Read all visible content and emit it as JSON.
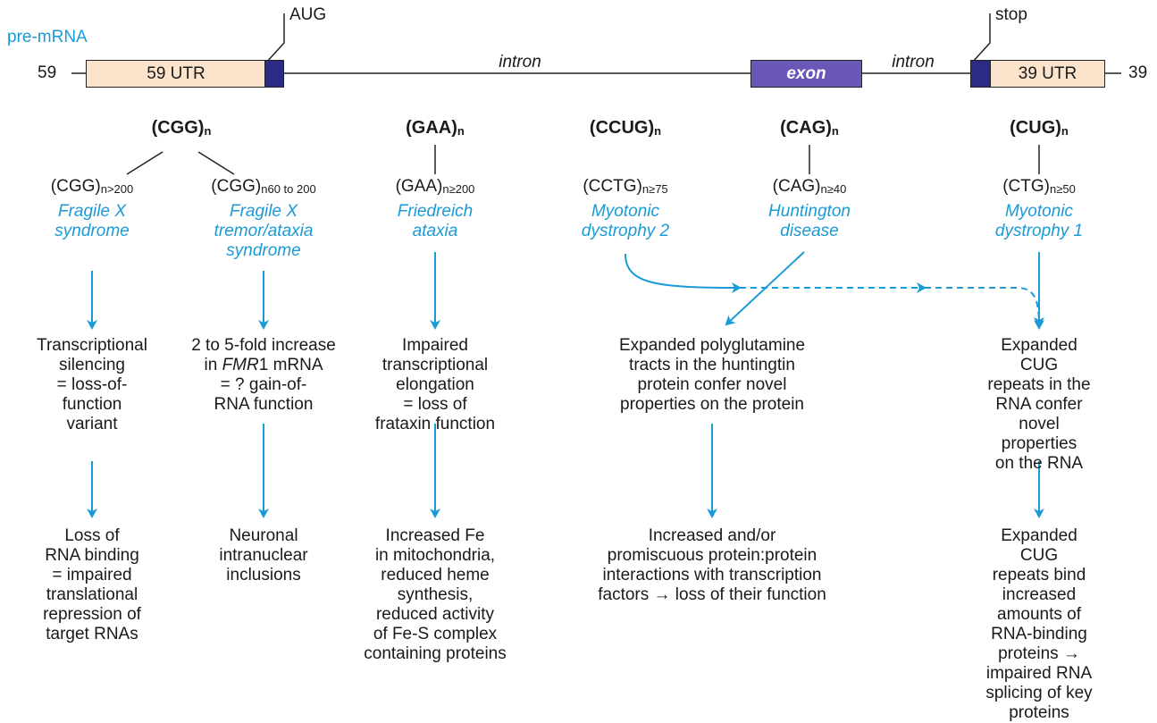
{
  "gene": {
    "premrna_label": "pre-mRNA",
    "five_prime": "59",
    "three_prime": "39",
    "utr5_label": "59 UTR",
    "utr3_label": "39 UTR",
    "exon_label": "exon",
    "intron1_label": "intron",
    "intron2_label": "intron",
    "aug_label": "AUG",
    "stop_label": "stop"
  },
  "columns": [
    {
      "motif": "(CGG)",
      "motif_sub": "n",
      "rep": "(CGG)",
      "rep_sub": "n>200",
      "disease": [
        "Fragile X",
        "syndrome"
      ],
      "effect": [
        "Transcriptional",
        "silencing",
        "= loss-of-",
        "function",
        "variant"
      ],
      "outcome": [
        "Loss of",
        "RNA binding",
        "= impaired",
        "translational",
        "repression of",
        "target RNAs"
      ]
    },
    {
      "rep": "(CGG)",
      "rep_sub": "n60 to 200",
      "disease": [
        "Fragile X",
        "tremor/ataxia",
        "syndrome"
      ],
      "effect_pre": "2 to 5-fold increase",
      "effect_fmr_italic": "FMR",
      "effect_fmr_rest": "1 mRNA",
      "effect_in": "in",
      "effect_rest": [
        "= ? gain-of-",
        "RNA function"
      ],
      "outcome": [
        "Neuronal",
        "intranuclear",
        "inclusions"
      ]
    },
    {
      "motif": "(GAA)",
      "motif_sub": "n",
      "rep": "(GAA)",
      "rep_sub": "n≥200",
      "disease": [
        "Friedreich",
        "ataxia"
      ],
      "effect": [
        "Impaired",
        "transcriptional",
        "elongation",
        "= loss of",
        "frataxin function"
      ],
      "outcome": [
        "Increased Fe",
        "in mitochondria,",
        "reduced heme",
        "synthesis,",
        "reduced activity",
        "of Fe-S complex",
        "containing proteins"
      ]
    },
    {
      "motif": "(CCUG)",
      "motif_sub": "n",
      "rep": "(CCTG)",
      "rep_sub": "n≥75",
      "disease": [
        "Myotonic",
        "dystrophy 2"
      ]
    },
    {
      "motif": "(CAG)",
      "motif_sub": "n",
      "rep": "(CAG)",
      "rep_sub": "n≥40",
      "disease": [
        "Huntington",
        "disease"
      ],
      "effect": [
        "Expanded polyglutamine",
        "tracts in the huntingtin",
        "protein confer novel",
        "properties on the protein"
      ],
      "outcome": [
        "Increased and/or",
        "promiscuous protein:protein",
        "interactions with transcription",
        "factors → loss of their function"
      ]
    },
    {
      "motif": "(CUG)",
      "motif_sub": "n",
      "rep": "(CTG)",
      "rep_sub": "n≥50",
      "disease": [
        "Myotonic",
        "dystrophy 1"
      ],
      "effect": [
        "Expanded CUG",
        "repeats in the",
        "RNA confer novel",
        "properties",
        "on the RNA"
      ],
      "outcome": [
        "Expanded CUG",
        "repeats bind increased",
        "amounts of RNA-binding",
        "proteins → impaired RNA",
        "splicing of key proteins"
      ]
    }
  ],
  "colors": {
    "accent": "#1a9ad6",
    "utr": "#fbe3cc",
    "cap": "#2b2a85",
    "exon": "#6b57b8"
  }
}
